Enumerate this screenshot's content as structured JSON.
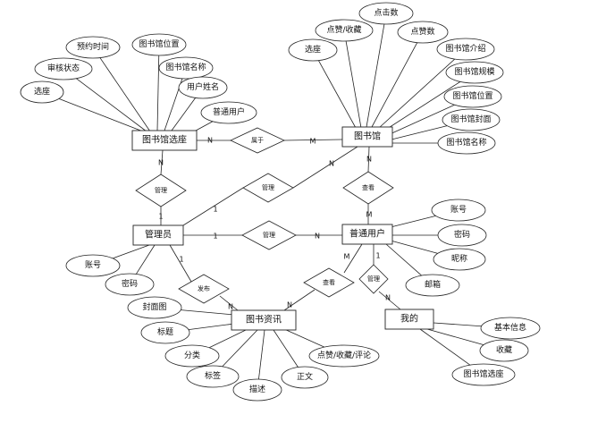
{
  "entities": {
    "library_seat": "图书馆选座",
    "library": "图书馆",
    "admin": "管理员",
    "user": "普通用户",
    "news": "图书资讯",
    "mine": "我的"
  },
  "relationships": {
    "belongs": "属于",
    "manage_seat": "管理",
    "manage_lib": "管理",
    "view_lib": "查看",
    "manage_user": "管理",
    "publish": "发布",
    "view_news": "查看",
    "manage_mine": "管理"
  },
  "attributes": {
    "seat": [
      "选座",
      "审核状态",
      "预约时间",
      "图书馆位置",
      "图书馆名称",
      "用户姓名",
      "普通用户"
    ],
    "library": [
      "选座",
      "点赞/收藏",
      "点击数",
      "点赞数",
      "图书馆介绍",
      "图书馆规模",
      "图书馆位置",
      "图书馆封面",
      "图书馆名称"
    ],
    "admin": [
      "账号",
      "密码"
    ],
    "user": [
      "账号",
      "密码",
      "昵称",
      "邮箱"
    ],
    "news": [
      "封面图",
      "标题",
      "分类",
      "标签",
      "描述",
      "正文",
      "点赞/收藏/评论"
    ],
    "mine": [
      "基本信息",
      "收藏",
      "图书馆选座"
    ]
  },
  "cardinalities": {
    "belongs_left": "N",
    "belongs_right": "M",
    "seat_manage_top": "N",
    "seat_manage_bottom": "1",
    "lib_manage_admin": "1",
    "lib_manage_lib": "N",
    "lib_view_lib": "N",
    "lib_view_user": "M",
    "user_manage_admin": "1",
    "user_manage_user": "N",
    "publish_admin": "1",
    "publish_news": "N",
    "view_news_user": "M",
    "view_news_news": "N",
    "mine_user": "1",
    "mine_mine": "N"
  }
}
